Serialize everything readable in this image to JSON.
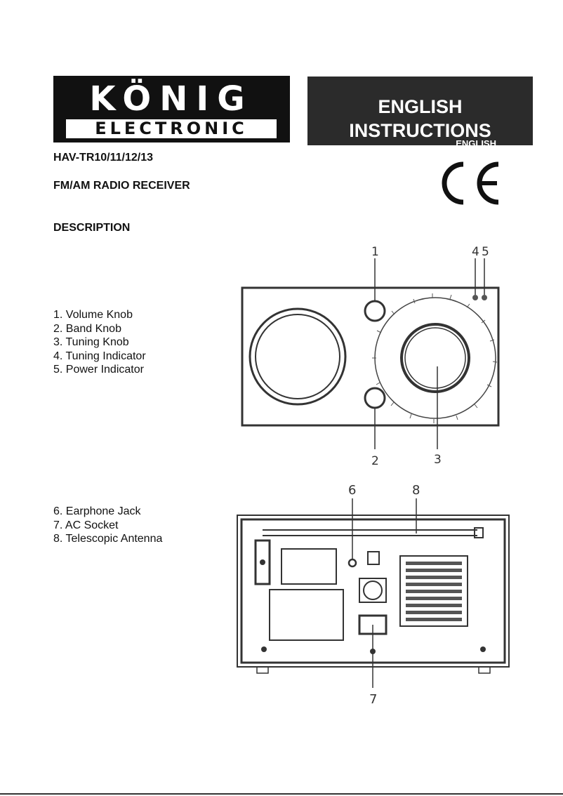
{
  "logo": {
    "top": "KÖNIG",
    "bottom": "ELECTRONIC"
  },
  "banner": {
    "line1": "ENGLISH",
    "line2": "INSTRUCTIONS",
    "small": "ENGLISH"
  },
  "model": "HAV-TR10/11/12/13",
  "product": "FM/AM RADIO RECEIVER",
  "section": "DESCRIPTION",
  "front_parts": [
    "1. Volume Knob",
    "2. Band Knob",
    "3. Tuning Knob",
    "4. Tuning Indicator",
    "5. Power Indicator"
  ],
  "back_parts": [
    "6. Earphone Jack",
    "7. AC Socket",
    "8. Telescopic Antenna"
  ],
  "front_callouts": {
    "c1": "1",
    "c2": "2",
    "c3": "3",
    "c4": "4",
    "c5": "5"
  },
  "back_callouts": {
    "c6": "6",
    "c7": "7",
    "c8": "8"
  },
  "ce_mark": "CE"
}
